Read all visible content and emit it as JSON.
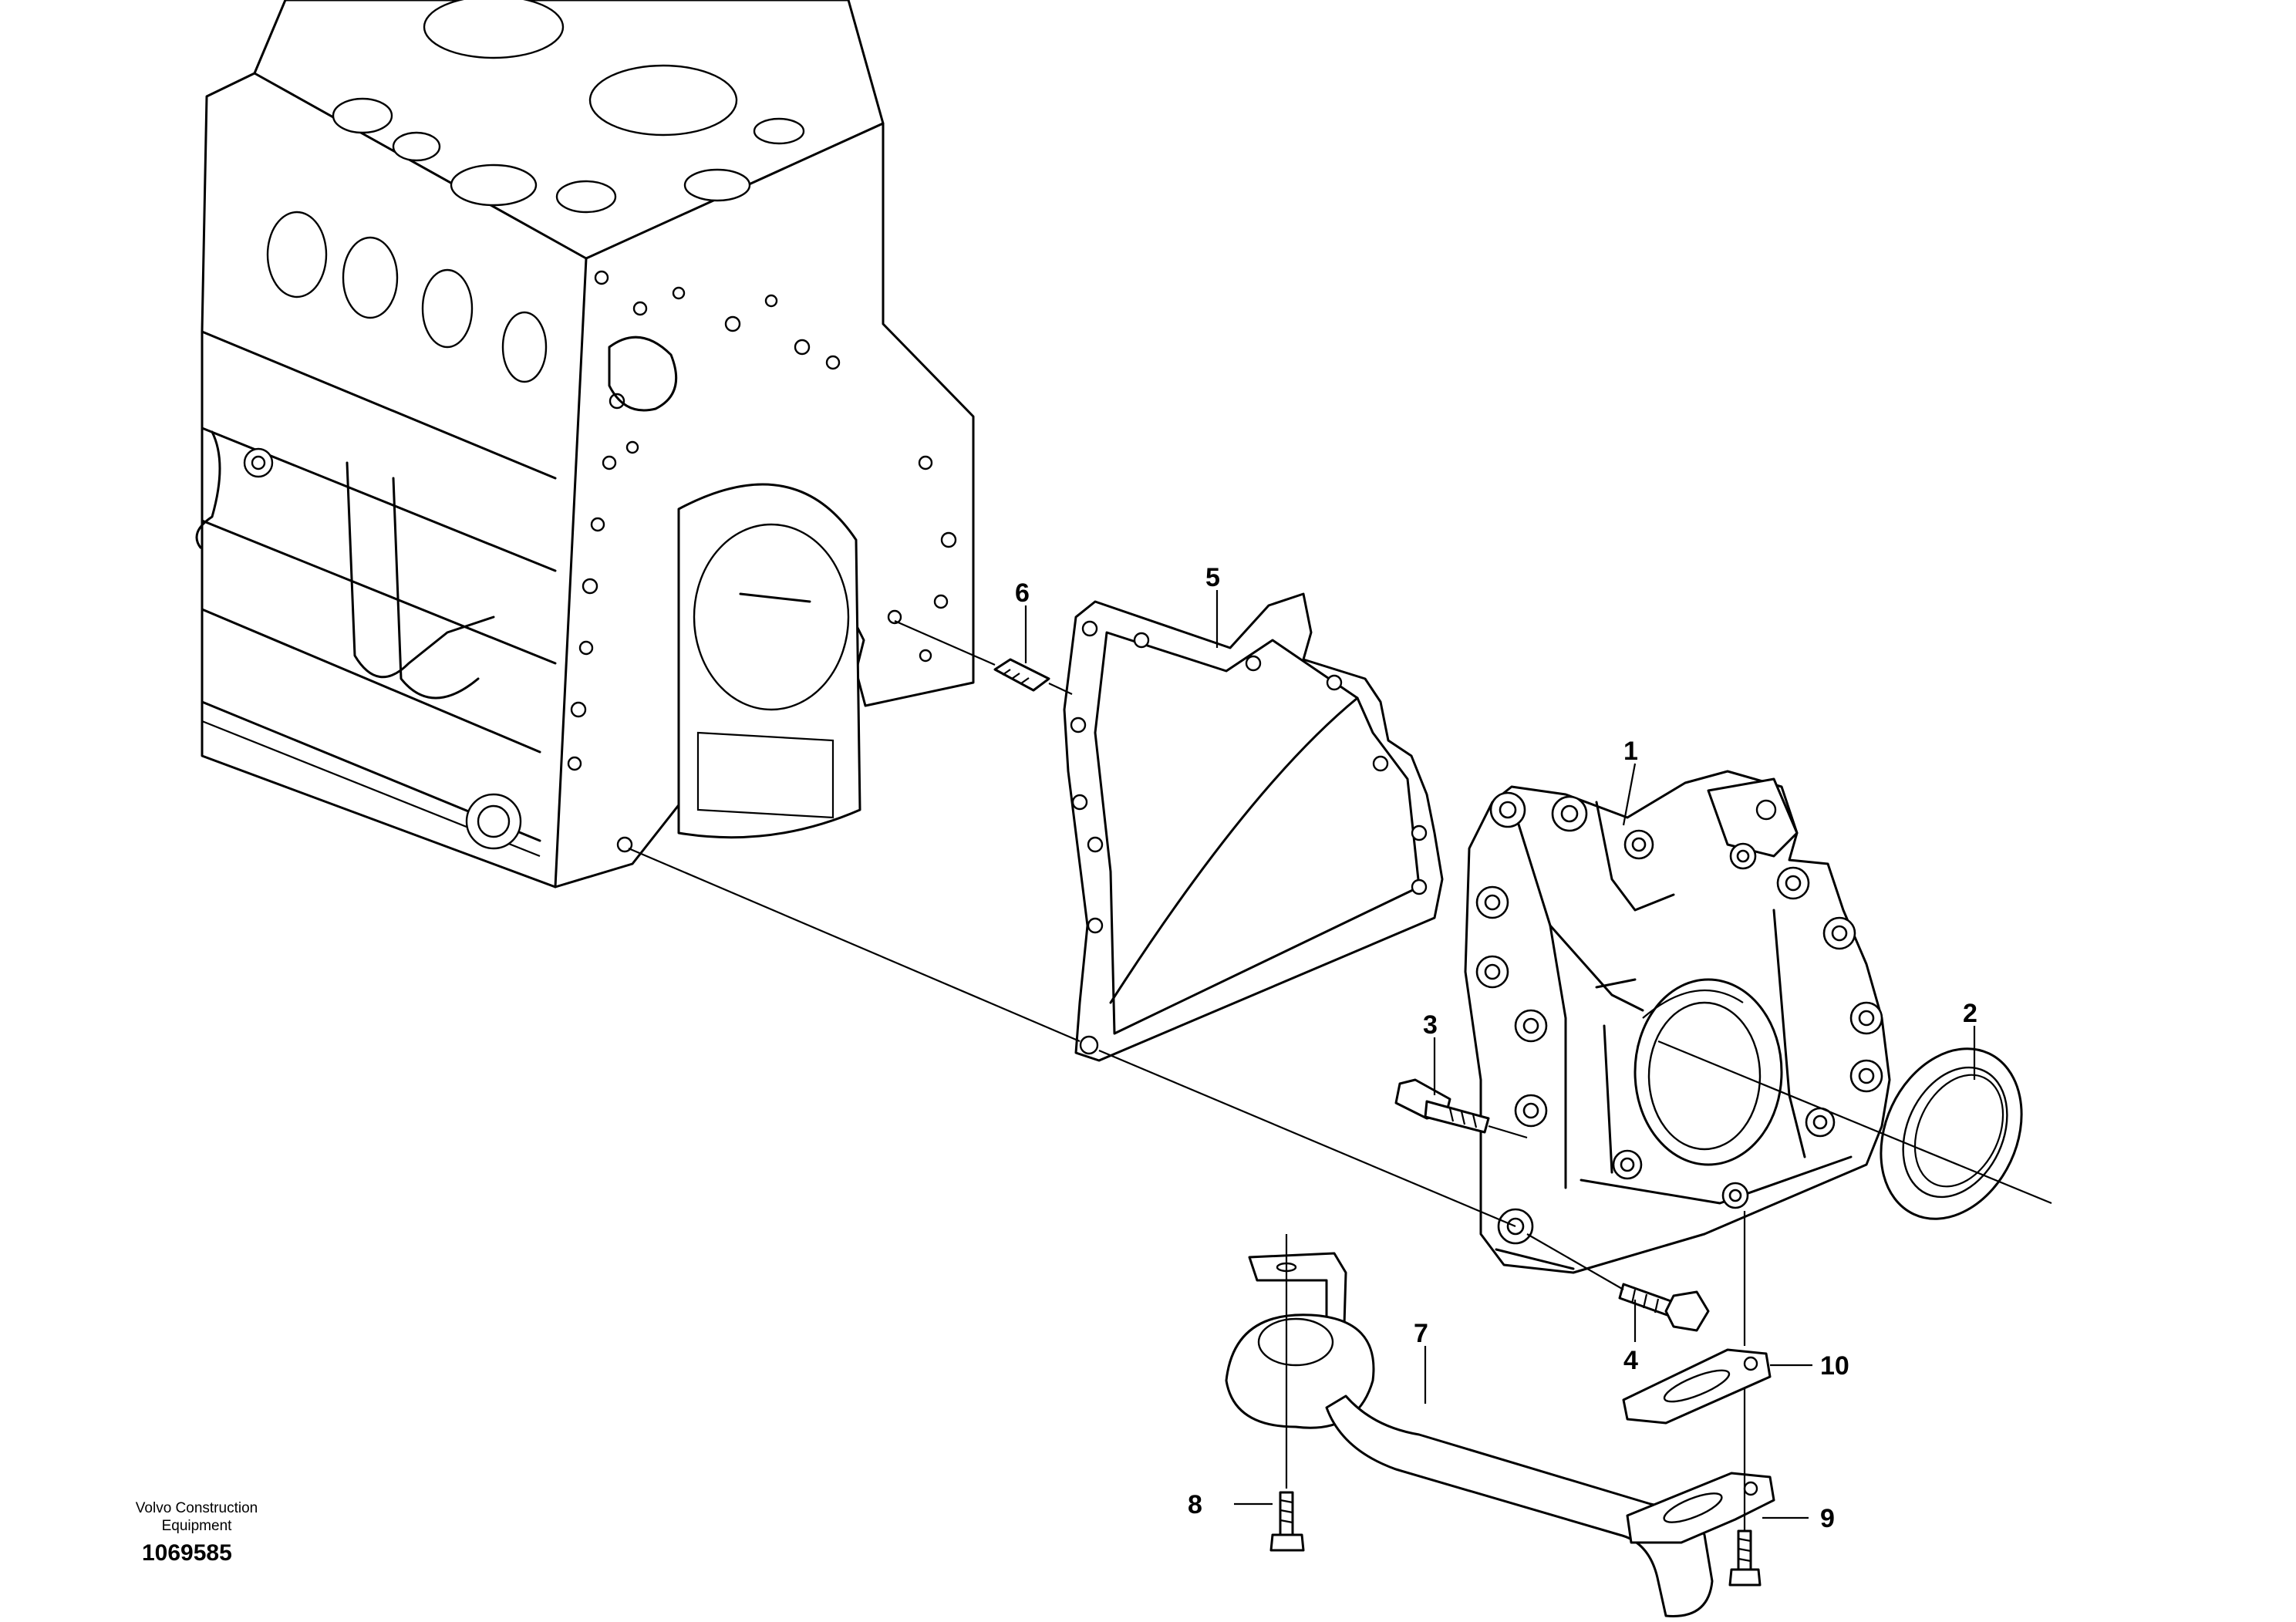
{
  "callouts": {
    "c1": "1",
    "c2": "2",
    "c3": "3",
    "c4": "4",
    "c5": "5",
    "c6": "6",
    "c7": "7",
    "c8": "8",
    "c9": "9",
    "c10": "10"
  },
  "footer": {
    "brand_line1": "Volvo Construction",
    "brand_line2": "Equipment",
    "drawing_number": "1069585"
  }
}
